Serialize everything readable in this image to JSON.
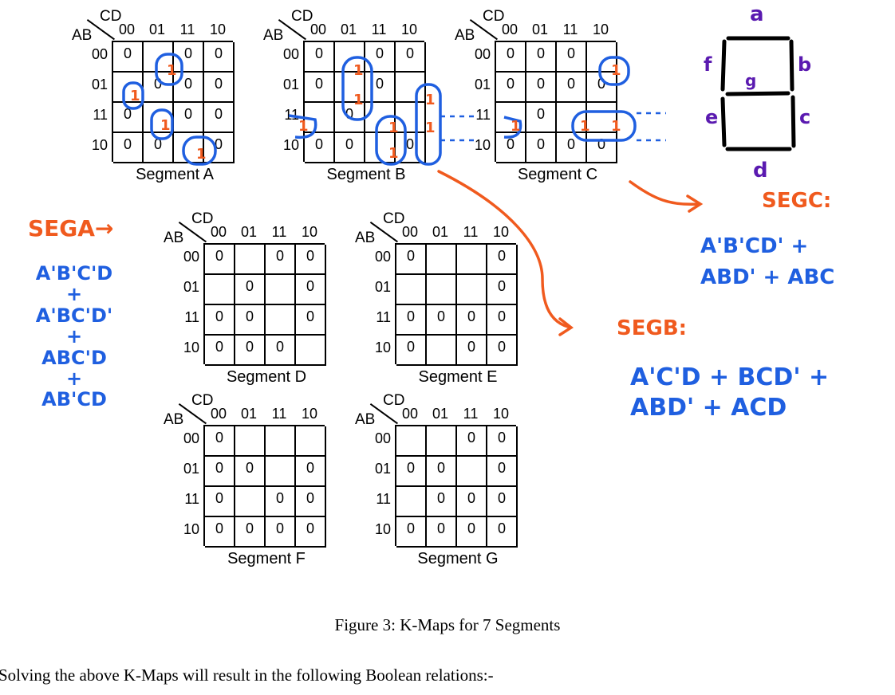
{
  "kmaps": [
    {
      "id": "a",
      "title": "Segment A",
      "cells": [
        [
          "0",
          "",
          "0",
          "0"
        ],
        [
          "",
          "0",
          "0",
          "0"
        ],
        [
          "0",
          "",
          "0",
          "0"
        ],
        [
          "0",
          "0",
          "",
          "0"
        ]
      ]
    },
    {
      "id": "b",
      "title": "Segment B",
      "cells": [
        [
          "0",
          "",
          "0",
          "0"
        ],
        [
          "0",
          "",
          "0",
          ""
        ],
        [
          "",
          "0",
          "",
          ""
        ],
        [
          "0",
          "0",
          "",
          "0"
        ]
      ]
    },
    {
      "id": "c",
      "title": "Segment C",
      "cells": [
        [
          "0",
          "0",
          "0",
          ""
        ],
        [
          "0",
          "0",
          "0",
          "0"
        ],
        [
          "",
          "0",
          "",
          ""
        ],
        [
          "0",
          "0",
          "0",
          "0"
        ]
      ]
    },
    {
      "id": "d",
      "title": "Segment D",
      "cells": [
        [
          "0",
          "",
          "0",
          "0"
        ],
        [
          "",
          "0",
          "",
          "0"
        ],
        [
          "0",
          "0",
          "",
          "0"
        ],
        [
          "0",
          "0",
          "0",
          ""
        ]
      ]
    },
    {
      "id": "e",
      "title": "Segment E",
      "cells": [
        [
          "0",
          "",
          "",
          "0"
        ],
        [
          "",
          "",
          "",
          "0"
        ],
        [
          "0",
          "0",
          "0",
          "0"
        ],
        [
          "0",
          "",
          "0",
          "0"
        ]
      ]
    },
    {
      "id": "f",
      "title": "Segment F",
      "cells": [
        [
          "0",
          "",
          "",
          ""
        ],
        [
          "0",
          "0",
          "",
          "0"
        ],
        [
          "0",
          "",
          "0",
          "0"
        ],
        [
          "0",
          "0",
          "0",
          "0"
        ]
      ]
    },
    {
      "id": "g",
      "title": "Segment G",
      "cells": [
        [
          "",
          "",
          "0",
          "0"
        ],
        [
          "0",
          "0",
          "",
          "0"
        ],
        [
          "",
          "0",
          "0",
          "0"
        ],
        [
          "0",
          "0",
          "0",
          "0"
        ]
      ]
    }
  ],
  "axis": {
    "cd": "CD",
    "ab": "AB",
    "cols": [
      "00",
      "01",
      "11",
      "10"
    ],
    "rows": [
      "00",
      "01",
      "11",
      "10"
    ]
  },
  "ones_mark": "1",
  "annotations": {
    "seg_a_label": "SEGA→",
    "seg_a_expr": "A'B'C'D\n+\nA'BC'D'\n+\nABC'D\n+\nAB'CD",
    "seg_b_label": "SEGB:",
    "seg_b_expr": "A'C'D + BCD' +\nABD' + ACD",
    "seg_c_label": "SEGC:",
    "seg_c_expr": "A'B'CD' +\nABD' + ABC",
    "display_labels": {
      "a": "a",
      "b": "b",
      "c": "c",
      "d": "d",
      "e": "e",
      "f": "f",
      "g": "g"
    }
  },
  "caption": "Figure 3: K-Maps for 7 Segments",
  "body_text": "Solving the above K-Maps will result in the following Boolean relations:-",
  "colors": {
    "orange": "#f05a1e",
    "blue": "#1f5fe0",
    "purple": "#5a1ab0"
  }
}
